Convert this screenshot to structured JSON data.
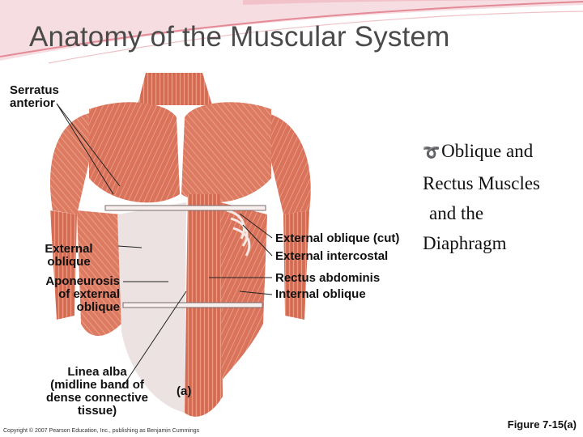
{
  "title": "Anatomy of the Muscular System",
  "bullet": {
    "icon": "curl-bullet-icon",
    "lines": [
      "Oblique and",
      "Rectus Muscles",
      "and the",
      "Diaphragm"
    ]
  },
  "labels": {
    "serratus_anterior": [
      "Serratus",
      "anterior"
    ],
    "external_oblique": [
      "External",
      "oblique"
    ],
    "aponeurosis": [
      "Aponeurosis",
      "of external",
      "oblique"
    ],
    "linea_alba": [
      "Linea alba",
      "(midline band of",
      "dense connective",
      "tissue)"
    ],
    "panel_a": "(a)",
    "external_oblique_cut": "External oblique (cut)",
    "external_intercostal": "External intercostal",
    "rectus_abdominis": "Rectus abdominis",
    "internal_oblique": "Internal oblique"
  },
  "figure_ref": "Figure 7-15(a)",
  "copyright": "Copyright © 2007 Pearson Education, Inc., publishing as Benjamin Cummings",
  "colors": {
    "muscle": "#d9735c",
    "muscle_light": "#ee9c84",
    "aponeurosis": "#e8dede",
    "accent_swoosh": "#e48a96"
  }
}
